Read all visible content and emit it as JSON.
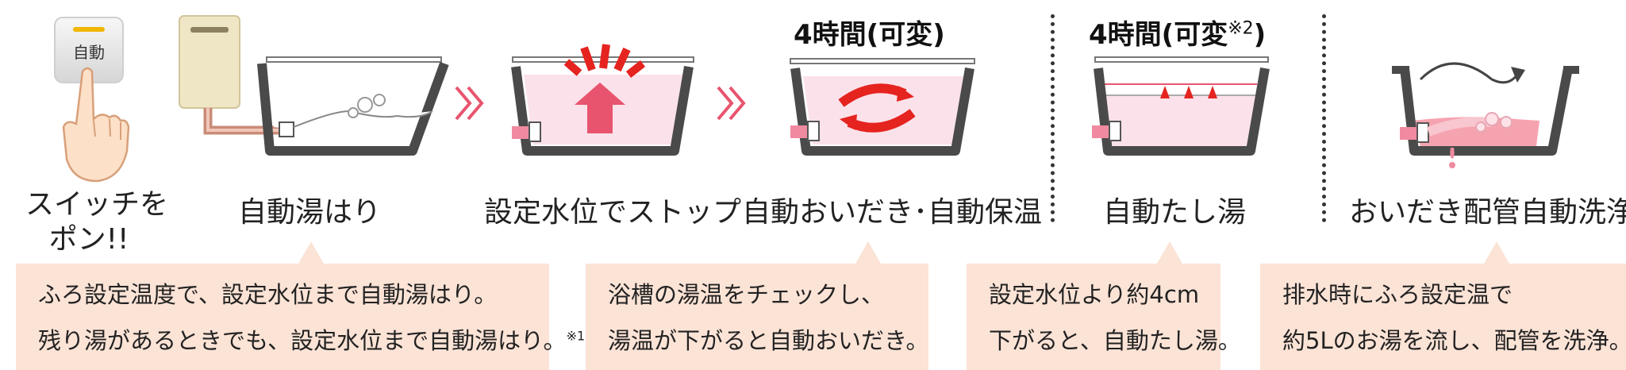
{
  "switch": {
    "button_label": "自動",
    "caption_line1": "スイッチを",
    "caption_line2": "ポン!!"
  },
  "steps": [
    {
      "label": "自動湯はり"
    },
    {
      "label": "設定水位でストップ"
    },
    {
      "label": "自動おいだき･自動保温",
      "time": "4時間(可変)"
    },
    {
      "label": "自動たし湯",
      "time": "4時間(可変",
      "time_note": "※2",
      "time_close": ")"
    },
    {
      "label": "おいだき配管自動洗浄"
    }
  ],
  "notes": [
    {
      "line1": "ふろ設定温度で、設定水位まで自動湯はり。",
      "line2": "残り湯があるときでも、設定水位まで自動湯はり。",
      "line2_note": "※1"
    },
    {
      "line1": "浴槽の湯温をチェックし、",
      "line2": "湯温が下がると自動おいだき。"
    },
    {
      "line1": "設定水位より約4cm",
      "line2": "下がると、自動たし湯。"
    },
    {
      "line1": "排水時にふろ設定温で",
      "line2": "約5Lのお湯を流し、配管を洗浄。"
    }
  ],
  "colors": {
    "accent": "#e8546e",
    "red": "#e5231f",
    "tub": "#4a4a4a",
    "water": "#fbe1ea",
    "box": "#fbe3d6"
  }
}
